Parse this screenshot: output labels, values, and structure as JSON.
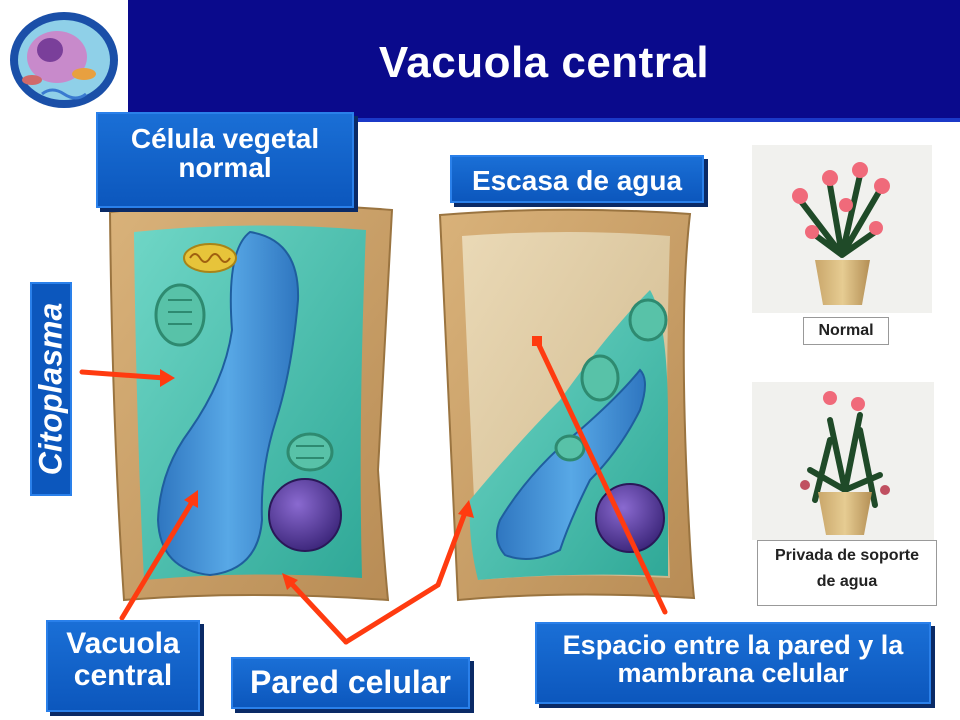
{
  "title": "Vacuola central",
  "labels": {
    "normal_cell": "Célula vegetal normal",
    "water_scarce": "Escasa de agua",
    "cytoplasm": "Citoplasma",
    "central_vacuole": "Vacuola central",
    "cell_wall": "Pared celular",
    "space": "Espacio entre la pared y la mambrana celular",
    "plant_normal": "Normal",
    "plant_deprived": "Privada de soporte de agua"
  },
  "colors": {
    "header": "#0a0a8c",
    "label_box": "#0c57bd",
    "arrow": "#ff3b10",
    "cell_wall": "#c9a16a",
    "cytoplasm": "#4fc4b4",
    "vacuole": "#3f8fd0",
    "nucleus": "#5a3c9a"
  }
}
